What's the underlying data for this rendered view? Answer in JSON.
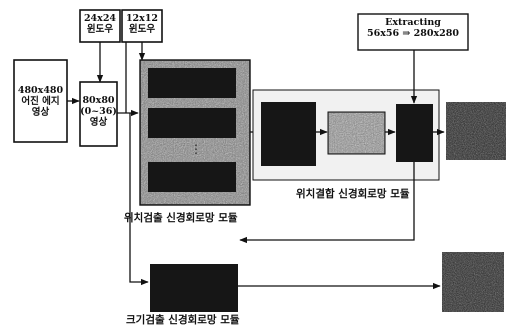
{
  "diagram": {
    "input_image": {
      "line1": "480x480",
      "line2": "어진 에지",
      "line3": "영상"
    },
    "scaled_image": {
      "line1": "80x80",
      "line2": "(0~36)",
      "line3": "영상"
    },
    "window_24": {
      "line1": "24x24",
      "line2": "윈도우"
    },
    "window_12": {
      "line1": "12x12",
      "line2": "윈도우"
    },
    "extracting": {
      "line1": "Extracting",
      "line2": "56x56 ⇒ 280x280"
    },
    "position_detect_module": "위치검출 신경회로망 모듈",
    "position_merge_module": "위치결합 신경회로망 모듈",
    "size_detect_module": "크기검출 신경회로망 모듈",
    "colors": {
      "stroke": "#111111",
      "dark_block": "#161616",
      "noise_gray": "#9a9a9a",
      "panel_gray": "#f1f1f1"
    }
  }
}
